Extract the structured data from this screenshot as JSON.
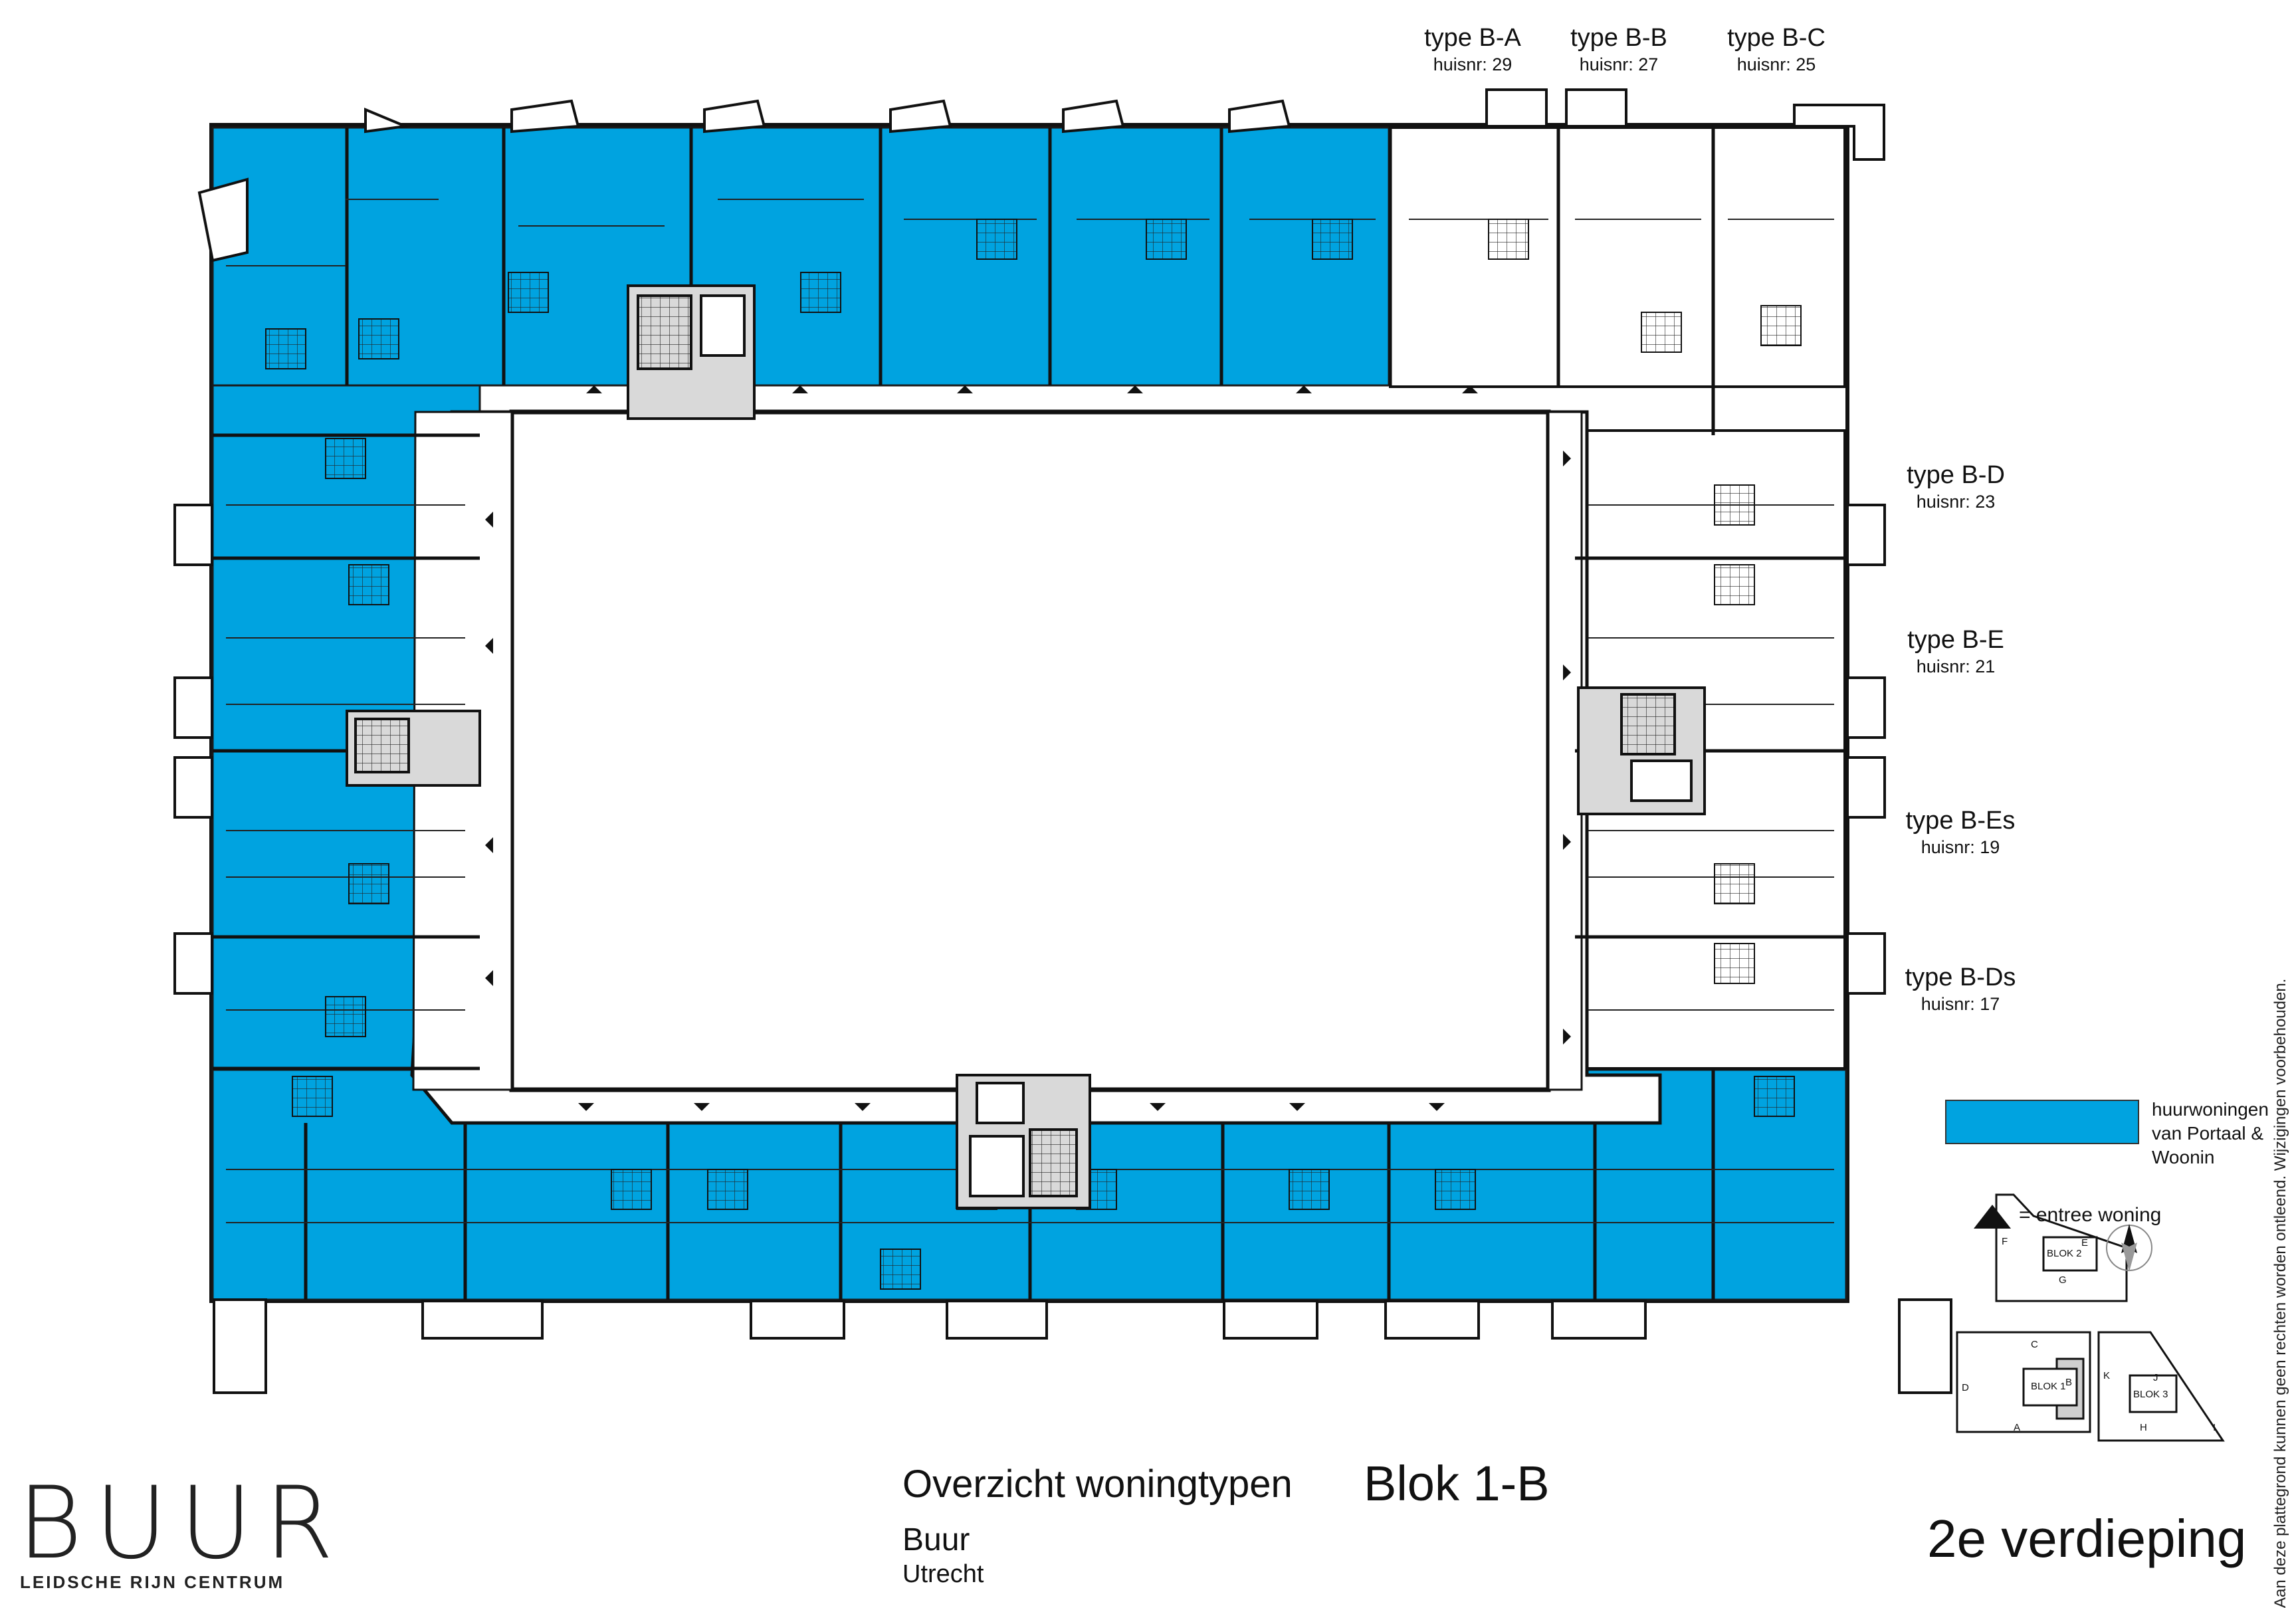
{
  "unit_labels": [
    {
      "id": "b-a",
      "type": "type B-A",
      "nr": "huisnr: 29"
    },
    {
      "id": "b-b",
      "type": "type B-B",
      "nr": "huisnr: 27"
    },
    {
      "id": "b-c",
      "type": "type B-C",
      "nr": "huisnr: 25"
    },
    {
      "id": "b-d",
      "type": "type B-D",
      "nr": "huisnr: 23"
    },
    {
      "id": "b-e",
      "type": "type B-E",
      "nr": "huisnr: 21"
    },
    {
      "id": "b-es",
      "type": "type B-Es",
      "nr": "huisnr: 19"
    },
    {
      "id": "b-ds",
      "type": "type B-Ds",
      "nr": "huisnr: 17"
    }
  ],
  "legend": {
    "rental_color": "#00a3e0",
    "rental_label": "huurwoningen van Portaal & Woonin",
    "entree_label": "= entree woning"
  },
  "title": {
    "main": "Overzicht woningtypen",
    "block": "Blok 1-B",
    "sub": "Buur",
    "city": "Utrecht",
    "floor": "2e verdieping"
  },
  "logo": {
    "word": "BUUR",
    "tagline": "LEIDSCHE RIJN CENTRUM"
  },
  "keymap": {
    "blok1": "BLOK 1",
    "blok2": "BLOK 2",
    "blok3": "BLOK 3",
    "letters": [
      "F",
      "E",
      "G",
      "C",
      "D",
      "B",
      "A",
      "K",
      "J",
      "H",
      "I"
    ]
  },
  "disclaimer": "Aan deze plattegrond kunnen geen rechten worden ontleend. Wijzigingen voorbehouden."
}
